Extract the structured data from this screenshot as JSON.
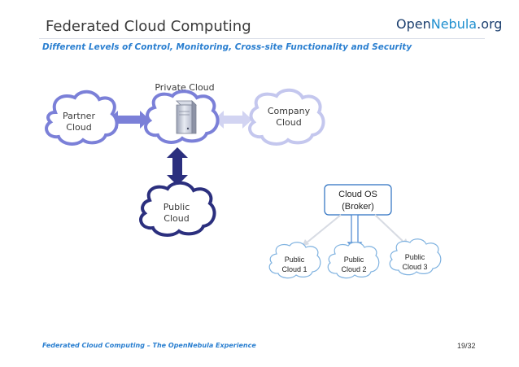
{
  "header": {
    "title": "Federated Cloud Computing",
    "logo_word1": "Open",
    "logo_word2": "Nebula",
    "logo_dot": ".",
    "logo_tld": "org"
  },
  "subtitle": "Different Levels of Control, Monitoring, Cross-site Functionality and Security",
  "diagram": {
    "private_cloud_label": "Private Cloud",
    "partner_cloud": [
      "Partner",
      "Cloud"
    ],
    "company_cloud": [
      "Company",
      "Cloud"
    ],
    "public_cloud": [
      "Public",
      "Cloud"
    ],
    "broker": [
      "Cloud OS",
      "(Broker)"
    ],
    "public_cloud_1": [
      "Public",
      "Cloud 1"
    ],
    "public_cloud_2": [
      "Public",
      "Cloud 2"
    ],
    "public_cloud_3": [
      "Public",
      "Cloud 3"
    ]
  },
  "footer": {
    "left": "Federated Cloud Computing – The OpenNebula Experience",
    "page": "19/32"
  },
  "colors": {
    "blue_dark": "#2b2f7e",
    "blue_mid": "#7b80d8",
    "blue_light": "#c4c7ee",
    "sky": "#7fb2e0"
  }
}
